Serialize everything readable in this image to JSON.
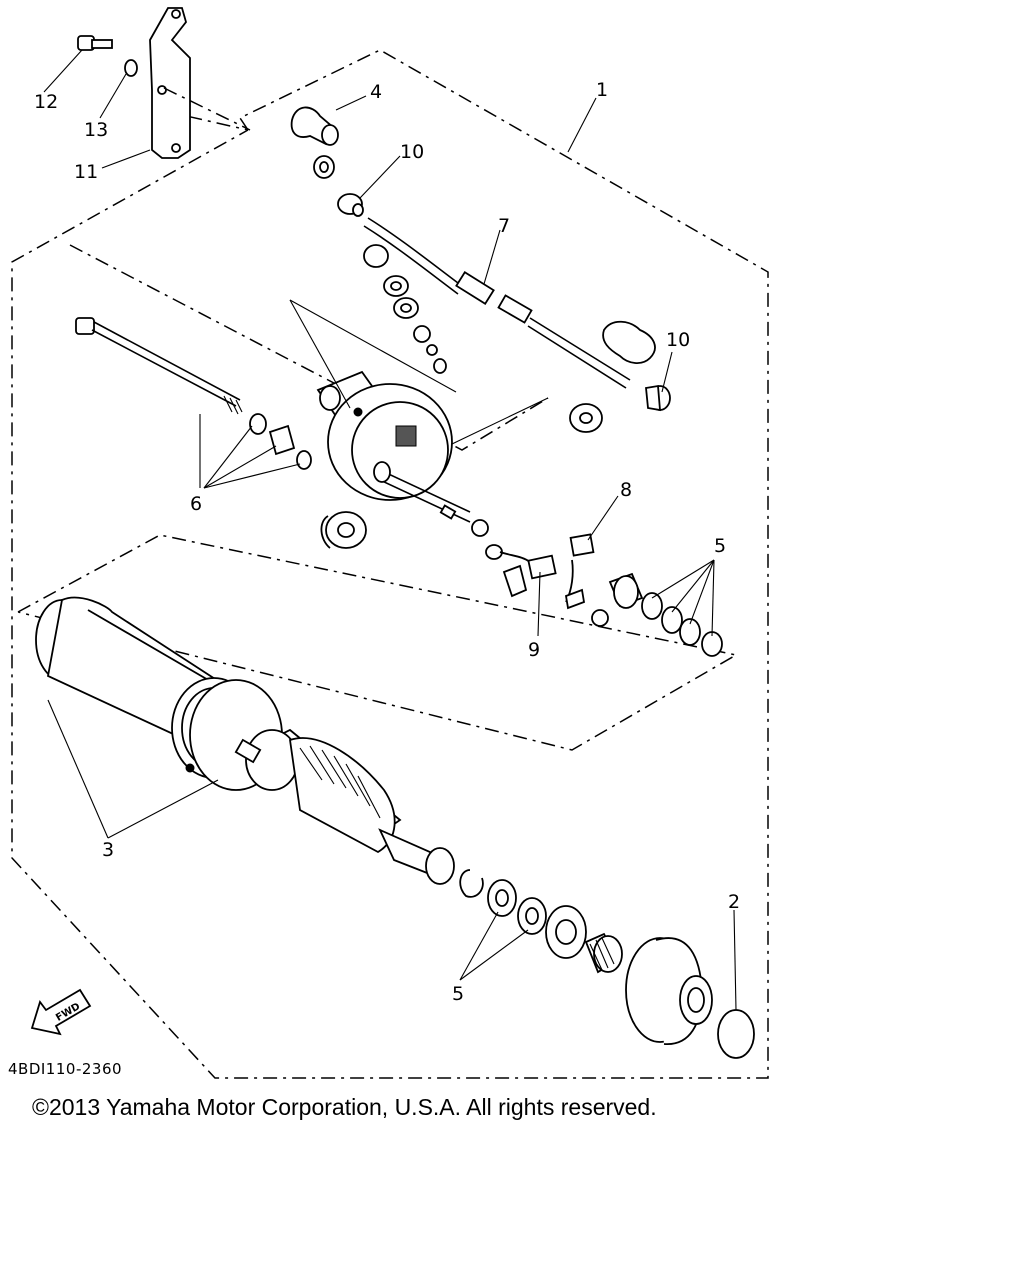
{
  "diagram": {
    "drawing_code": "4BDI110-2360",
    "fwd_label": "FWD",
    "callouts": {
      "c1": "1",
      "c2": "2",
      "c3": "3",
      "c4": "4",
      "c5a": "5",
      "c5b": "5",
      "c6": "6",
      "c7": "7",
      "c8": "8",
      "c9": "9",
      "c10a": "10",
      "c10b": "10",
      "c11": "11",
      "c12": "12",
      "c13": "13"
    }
  },
  "footer": {
    "copyright": "©2013 Yamaha Motor Corporation, U.S.A. All rights reserved."
  }
}
